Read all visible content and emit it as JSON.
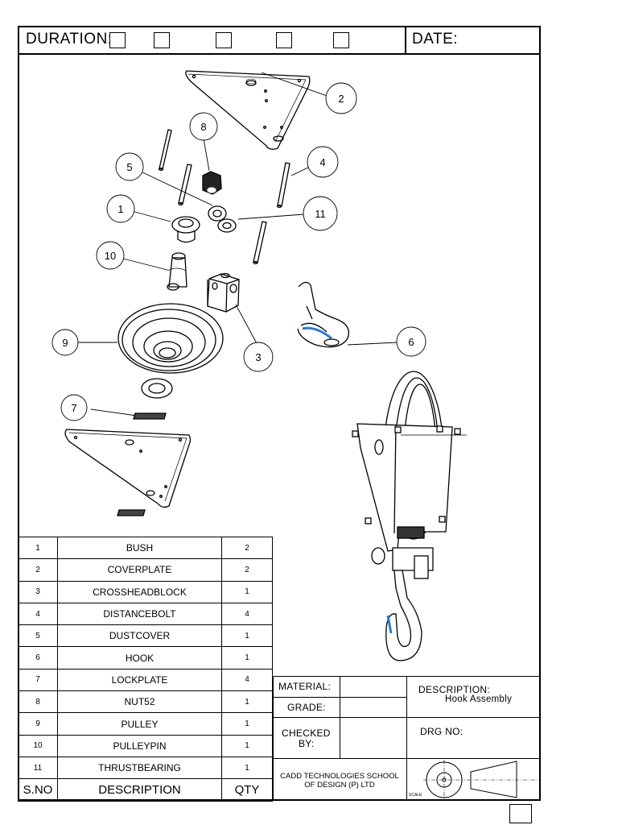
{
  "header": {
    "duration_label": "DURATION:",
    "date_label": "DATE:"
  },
  "balloons": [
    "1",
    "2",
    "3",
    "4",
    "5",
    "6",
    "7",
    "8",
    "9",
    "10",
    "11"
  ],
  "parts": [
    {
      "sno": "1",
      "description": "BUSH",
      "qty": "2"
    },
    {
      "sno": "2",
      "description": "COVERPLATE",
      "qty": "2"
    },
    {
      "sno": "3",
      "description": "CROSSHEADBLOCK",
      "qty": "1"
    },
    {
      "sno": "4",
      "description": "DISTANCEBOLT",
      "qty": "4"
    },
    {
      "sno": "5",
      "description": "DUSTCOVER",
      "qty": "1"
    },
    {
      "sno": "6",
      "description": "HOOK",
      "qty": "1"
    },
    {
      "sno": "7",
      "description": "LOCKPLATE",
      "qty": "4"
    },
    {
      "sno": "8",
      "description": "NUT52",
      "qty": "1"
    },
    {
      "sno": "9",
      "description": "PULLEY",
      "qty": "1"
    },
    {
      "sno": "10",
      "description": "PULLEYPIN",
      "qty": "1"
    },
    {
      "sno": "11",
      "description": "THRUSTBEARING",
      "qty": "1"
    }
  ],
  "parts_header": {
    "sno": "S.NO",
    "description": "DESCRIPTION",
    "qty": "QTY"
  },
  "title_block": {
    "material_label": "MATERIAL:",
    "grade_label": "GRADE:",
    "checked_label_1": "CHECKED",
    "checked_label_2": "BY:",
    "description_label": "DESCRIPTION:",
    "description_value": "Hook Assembly",
    "drg_no_label": "DRG NO:",
    "school_line_1": "CADD TECHNOLOGIES SCHOOL",
    "school_line_2": "OF DESIGN (P) LTD",
    "scale_label": "SCALE"
  }
}
